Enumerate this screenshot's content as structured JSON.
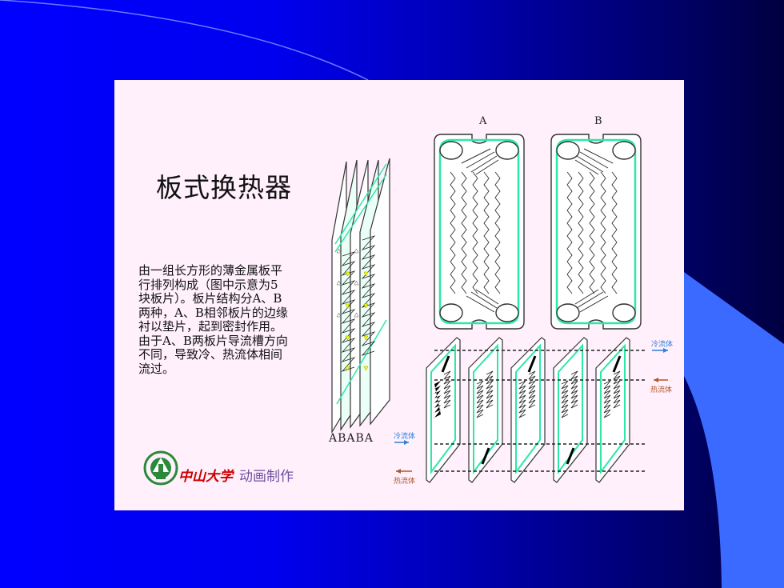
{
  "title": "板式换热器",
  "description_lines": [
    "由一组长方形的薄金属板平",
    "行排列构成（图中示意为5",
    "块板片）。板片结构分A、B",
    "两种，A、B相邻板片的边缘",
    "衬以垫片，起到密封作用。",
    "由于A、B两板片导流槽方向",
    "不同，导致冷、热流体相间",
    "流过。"
  ],
  "plate_labels": {
    "a": "A",
    "b": "B"
  },
  "stack_sequence": "ABABA",
  "flows": {
    "cold_right": "冷流体",
    "hot_right": "热流体",
    "cold_left": "冷流体",
    "hot_left": "热流体"
  },
  "credit": {
    "school": "中山大学",
    "made": "动画制作"
  },
  "colors": {
    "background": "#0000ff",
    "slide": "#fff0fc",
    "gasket": "#2ee6a8",
    "cold_arrow": "#2f7fd9",
    "hot_arrow": "#b0582a",
    "flow_marker": "#ffff00"
  }
}
